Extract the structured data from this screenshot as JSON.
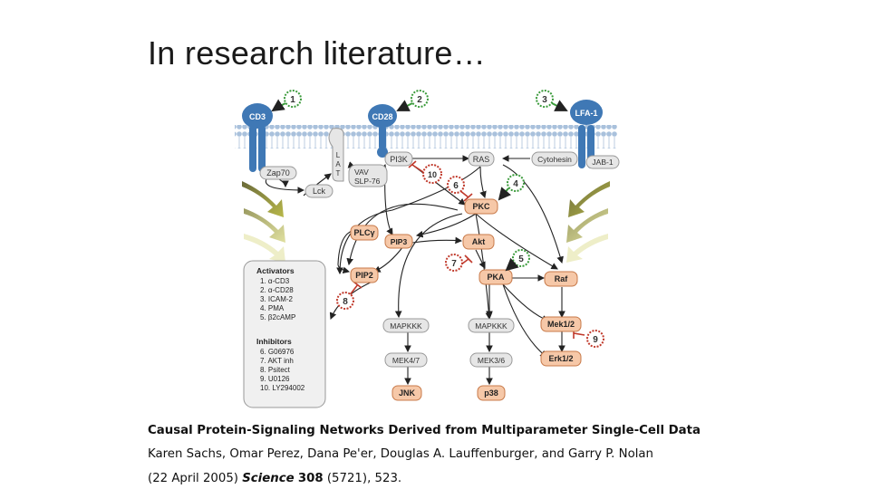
{
  "slide": {
    "title": "In research literature…"
  },
  "diagram": {
    "membrane_receptors": [
      "CD3",
      "CD28",
      "LFA-1"
    ],
    "stimulus_markers": [
      "1",
      "2",
      "3"
    ],
    "nodes": {
      "zap70": "Zap70",
      "lck": "Lck",
      "lat": [
        "L",
        "A",
        "T"
      ],
      "vav": "VAV",
      "slp76": "SLP-76",
      "pi3k": "PI3K",
      "ras": "RAS",
      "cytohesin": "Cytohesin",
      "jab1": "JAB-1",
      "pkc": "PKC",
      "plcg": "PLCγ",
      "pip3": "PIP3",
      "akt": "Akt",
      "pip2": "PIP2",
      "pka": "PKA",
      "raf": "Raf",
      "mapkkk1": "MAPKKK",
      "mapkkk2": "MAPKKK",
      "mek12": "Mek1/2",
      "mek47": "MEK4/7",
      "mek36": "MEK3/6",
      "erk12": "Erk1/2",
      "jnk": "JNK",
      "p38": "p38"
    },
    "activator_markers": [
      "4",
      "5"
    ],
    "inhibitor_markers": [
      "10",
      "6",
      "7",
      "8",
      "9"
    ],
    "legend": {
      "activators_title": "Activators",
      "activators": [
        "1. α-CD3",
        "2. α-CD28",
        "3. ICAM-2",
        "4. PMA",
        "5. β2cAMP"
      ],
      "inhibitors_title": "Inhibitors",
      "inhibitors": [
        "6. G06976",
        "7. AKT inh",
        "8. Psitect",
        "9. U0126",
        "10. LY294002"
      ]
    },
    "colors": {
      "membrane": "#9fb9d6",
      "receptor": "#3f78b5",
      "gray_node": "#e6e6e6",
      "orange_node": "#f6c8a8",
      "activator": "#3a9a3a",
      "inhibitor": "#c0392b"
    }
  },
  "citation": {
    "title": "Causal Protein-Signaling Networks Derived from Multiparameter Single-Cell Data",
    "authors": "Karen Sachs, Omar Perez, Dana Pe'er, Douglas A. Lauffenburger, and Garry P. Nolan",
    "ref_prefix": "(22 April 2005) ",
    "journal": "Science",
    "volume": "308",
    "ref_suffix": " (5721), 523."
  }
}
